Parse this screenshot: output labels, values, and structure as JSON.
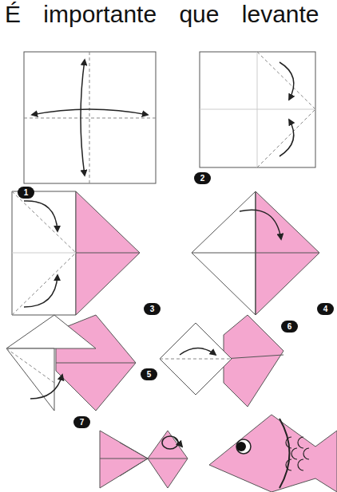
{
  "diagram": {
    "labels": [
      "É importante que levante",
      "1",
      "2",
      "3",
      "4",
      "5",
      "6",
      "7"
    ]
  }
}
